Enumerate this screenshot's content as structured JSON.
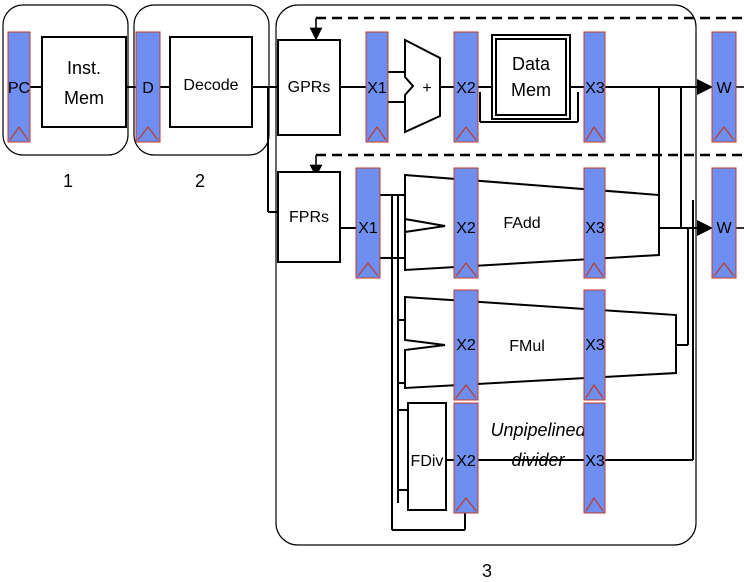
{
  "registers": {
    "pc": "PC",
    "d": "D",
    "x1_gpr": "X1",
    "x2_gpr": "X2",
    "x3_gpr": "X3",
    "w_gpr": "W",
    "x1_fpr": "X1",
    "x2_fadd": "X2",
    "x3_fadd": "X3",
    "w_fpr": "W",
    "x2_fmul": "X2",
    "x3_fmul": "X3",
    "x2_fdiv": "X2",
    "x3_fdiv": "X3"
  },
  "blocks": {
    "inst_mem_line1": "Inst.",
    "inst_mem_line2": "Mem",
    "decode": "Decode",
    "gprs": "GPRs",
    "adder": "+",
    "data_mem_line1": "Data",
    "data_mem_line2": "Mem",
    "fprs": "FPRs",
    "fadd": "FAdd",
    "fmul": "FMul",
    "fdiv": "FDiv",
    "unpipelined_line1": "Unpipelined",
    "unpipelined_line2": "divider"
  },
  "stage_numbers": {
    "stage1": "1",
    "stage2": "2",
    "stage3": "3"
  },
  "colors": {
    "register_fill": "#6f8ff0",
    "register_border": "#c0392b",
    "line": "#000000"
  }
}
